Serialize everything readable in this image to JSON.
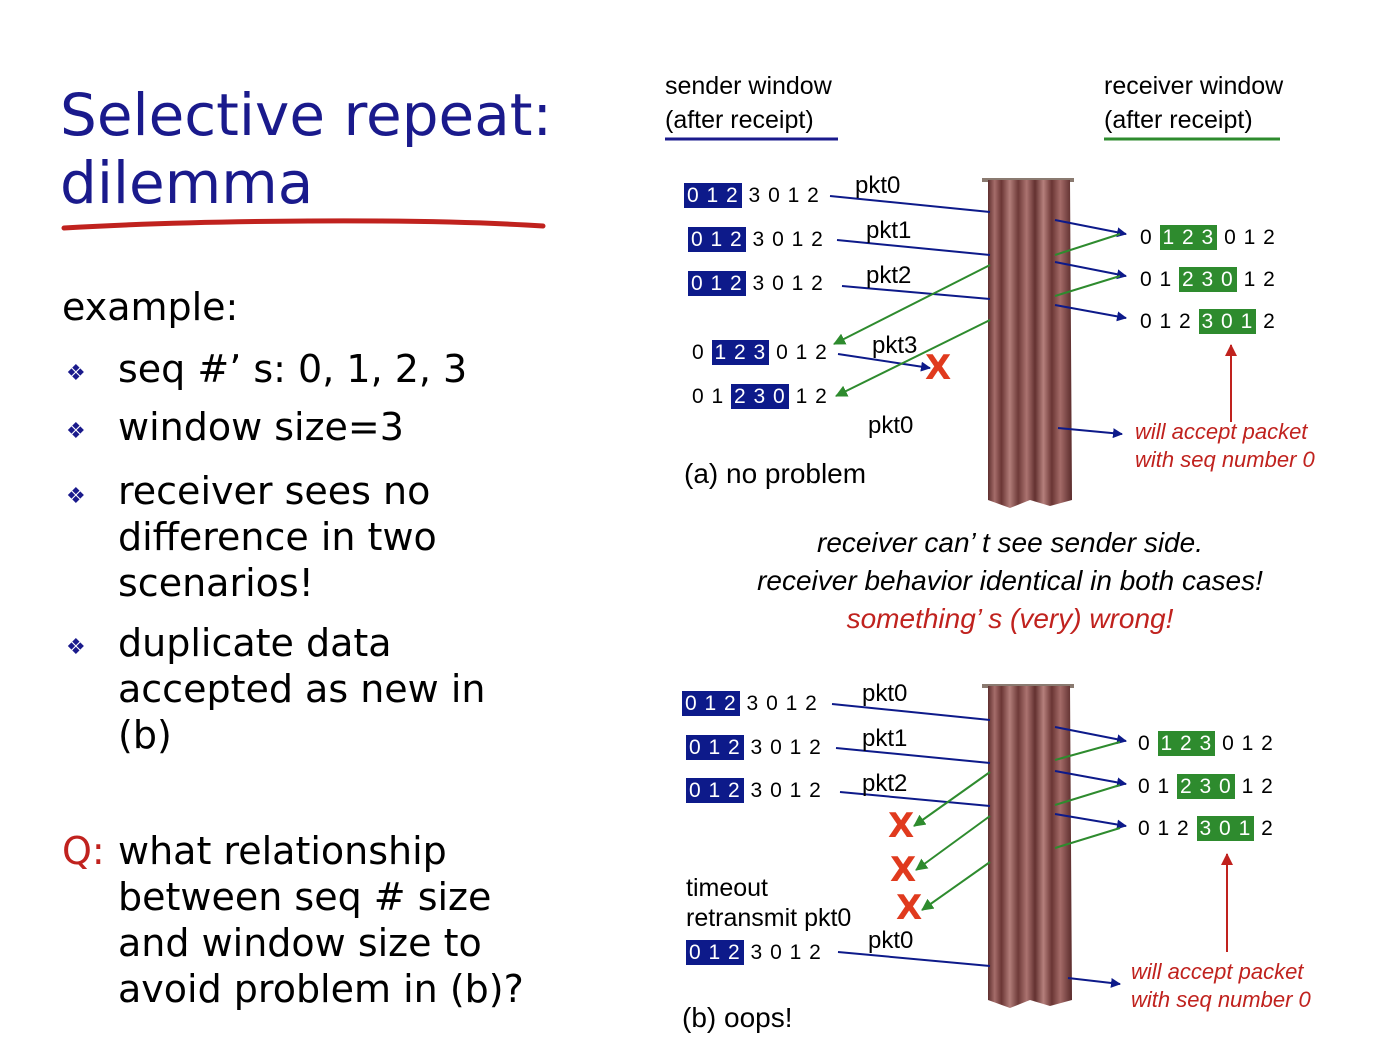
{
  "title": {
    "line1": "Selective repeat:",
    "line2": "dilemma"
  },
  "left": {
    "example_label": "example:",
    "bullets": [
      "seq #’ s: 0, 1, 2, 3",
      "window size=3",
      "receiver sees no difference in two scenarios!",
      "duplicate data accepted as new in (b)"
    ],
    "q_label": "Q:",
    "q_lines": [
      "what relationship",
      "between seq # size",
      "and window size to",
      "avoid problem in (b)?"
    ]
  },
  "headers": {
    "sender_line1": "sender window",
    "sender_line2": "(after receipt)",
    "receiver_line1": "receiver window",
    "receiver_line2": "(after receipt)"
  },
  "scenario_a": {
    "caption": "(a) no problem",
    "packets": [
      "pkt0",
      "pkt1",
      "pkt2",
      "pkt3",
      "pkt0"
    ],
    "note_line1": "will accept packet",
    "note_line2": "with seq number 0"
  },
  "middle": {
    "line1": "receiver can’ t see sender side.",
    "line2": "receiver behavior identical in both cases!",
    "line3": "something’ s (very) wrong!"
  },
  "scenario_b": {
    "caption": "(b) oops!",
    "packets": [
      "pkt0",
      "pkt1",
      "pkt2",
      "pkt0"
    ],
    "timeout_line1": "timeout",
    "timeout_line2": "retransmit pkt0",
    "note_line1": "will accept packet",
    "note_line2": "with seq number 0"
  },
  "loss_mark": "X",
  "colors": {
    "title": "#1a1a8c",
    "sender": "#0d1a8a",
    "receiver": "#2e8b2e",
    "accent": "#c0221e",
    "loss": "#e03a1e"
  }
}
